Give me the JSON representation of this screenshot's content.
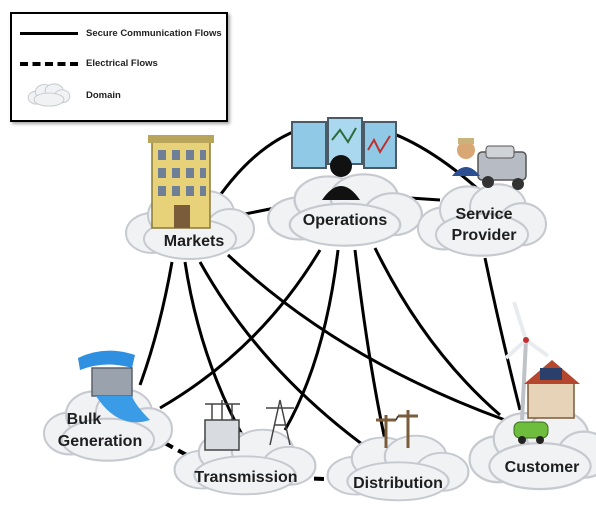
{
  "legend": {
    "comm_label": "Secure Communication Flows",
    "elec_label": "Electrical Flows",
    "domain_label": "Domain"
  },
  "domains": {
    "markets": "Markets",
    "operations": "Operations",
    "service_provider_1": "Service",
    "service_provider_2": "Provider",
    "bulk_generation_1": "Bulk",
    "bulk_generation_2": "Generation",
    "transmission": "Transmission",
    "distribution": "Distribution",
    "customer": "Customer"
  },
  "colors": {
    "line": "#000000",
    "cloud_fill": "#f1f2f4",
    "cloud_stroke": "#c6c9cf",
    "text": "#1e1e1e"
  }
}
